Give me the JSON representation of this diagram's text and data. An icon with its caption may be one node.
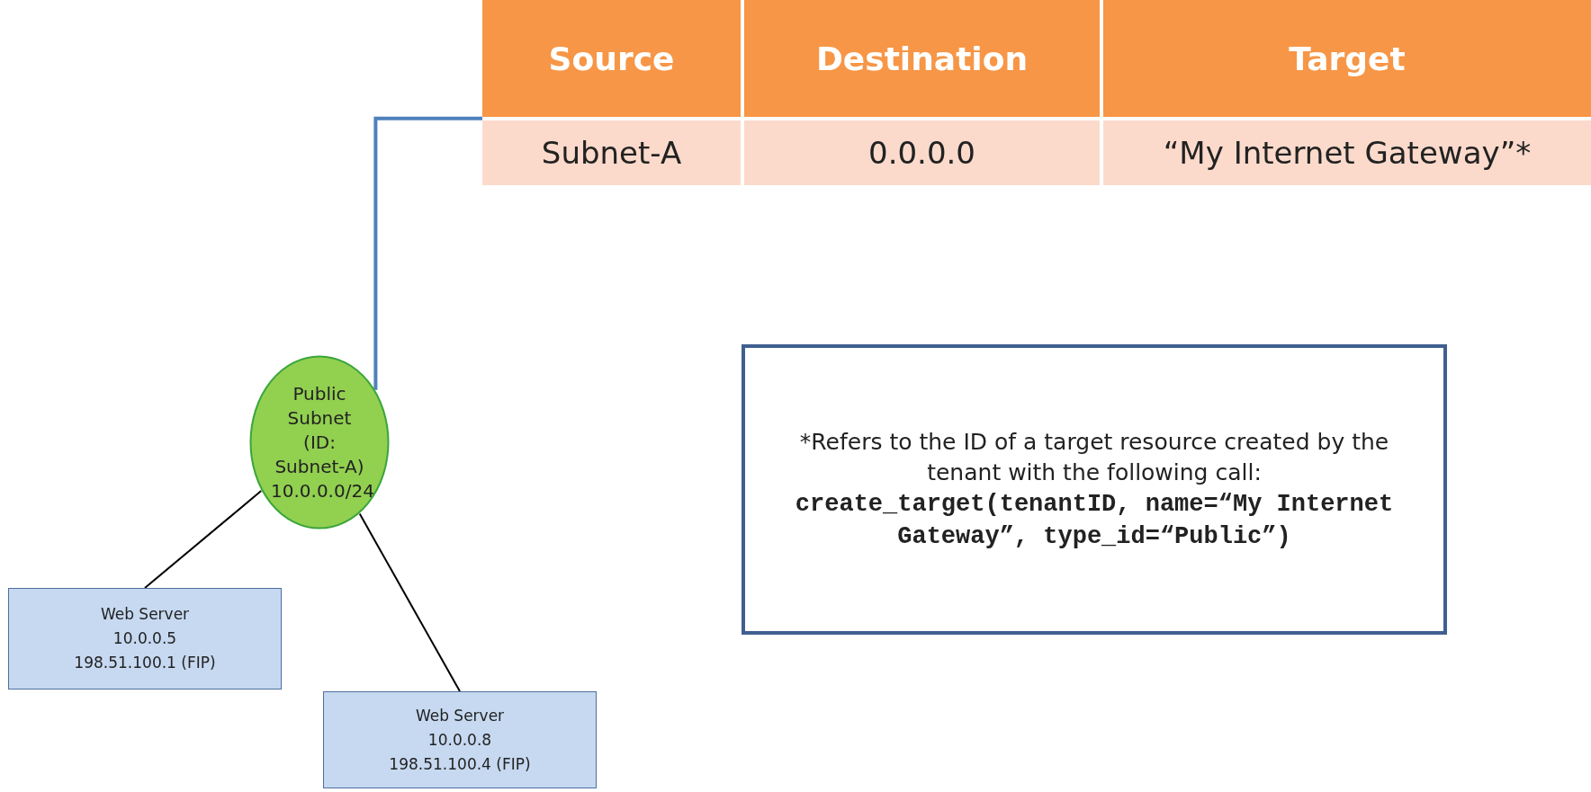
{
  "diagram": {
    "nodes": [
      {
        "text": [
          "Source",
          "Destination",
          "Target",
          "Subnet-A",
          "0.0.0.0",
          "“My Internet Gateway”*"
        ]
      },
      {
        "text": [
          "Public Subnet (ID: Subnet-A) 10.0.0.0/24"
        ]
      },
      {
        "text": [
          "Web Server",
          "10.0.0.5",
          "198.51.100.1 (FIP)"
        ]
      },
      {
        "text": [
          "Web Server",
          "10.0.0.8",
          "198.51.100.4 (FIP)"
        ]
      },
      {
        "text": [
          "*Refers to the ID of a target resource created by the tenant with the following call:",
          "create_target(tenantID, name=“My Internet Gateway”, type_id=“Public”)"
        ]
      }
    ],
    "edges": [
      {
        "from": 1,
        "to": 0,
        "arrow": "none",
        "color": "#4f81bd"
      },
      {
        "from": 1,
        "to": 2,
        "arrow": "none"
      },
      {
        "from": 1,
        "to": 3,
        "arrow": "none"
      }
    ]
  }
}
